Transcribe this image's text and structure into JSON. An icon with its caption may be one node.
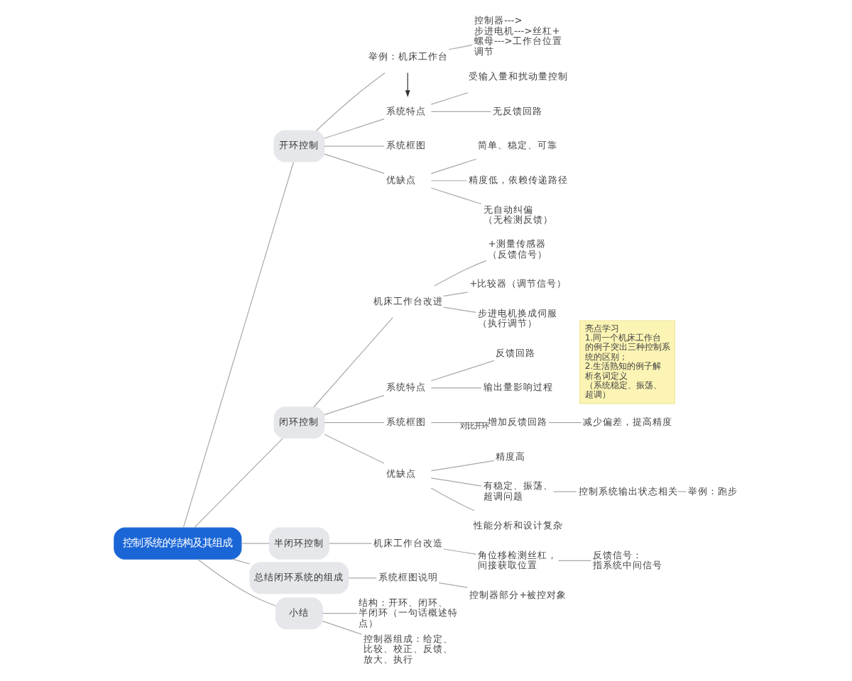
{
  "diagram": {
    "nodes": [
      {
        "text": [
          "控制系统的结构及其组成"
        ]
      },
      {
        "text": [
          "开环控制"
        ]
      },
      {
        "text": [
          "举例：机床工作台"
        ]
      },
      {
        "text": [
          "控制器--->步进电机--->丝杠+螺母--->工作台位置调节"
        ]
      },
      {
        "text": [
          "系统特点"
        ]
      },
      {
        "text": [
          "受输入量和扰动量控制"
        ]
      },
      {
        "text": [
          "无反馈回路"
        ]
      },
      {
        "text": [
          "系统框图"
        ]
      },
      {
        "text": [
          "优缺点"
        ]
      },
      {
        "text": [
          "简单、稳定、可靠"
        ]
      },
      {
        "text": [
          "精度低，依赖传递路径"
        ]
      },
      {
        "text": [
          "无自动纠偏（无检测反馈）"
        ]
      },
      {
        "text": [
          "闭环控制"
        ]
      },
      {
        "text": [
          "机床工作台改进"
        ]
      },
      {
        "text": [
          "+测量传感器（反馈信号）"
        ]
      },
      {
        "text": [
          "+比较器（调节信号）"
        ]
      },
      {
        "text": [
          "步进电机换成伺服（执行调节）"
        ]
      },
      {
        "text": [
          "系统特点"
        ]
      },
      {
        "text": [
          "反馈回路"
        ]
      },
      {
        "text": [
          "输出量影响过程"
        ]
      },
      {
        "text": [
          "系统框图"
        ]
      },
      {
        "text": [
          "增加反馈回路"
        ]
      },
      {
        "text": [
          "减少偏差，提高精度"
        ]
      },
      {
        "text": [
          "优缺点"
        ]
      },
      {
        "text": [
          "精度高"
        ]
      },
      {
        "text": [
          "有稳定、振荡、超调问题"
        ]
      },
      {
        "text": [
          "控制系统输出状态相关"
        ]
      },
      {
        "text": [
          "举例：跑步"
        ]
      },
      {
        "text": [
          "性能分析和设计复杂"
        ]
      },
      {
        "text": [
          "半闭环控制"
        ]
      },
      {
        "text": [
          "机床工作台改造"
        ]
      },
      {
        "text": [
          "角位移检测丝杠，间接获取位置"
        ]
      },
      {
        "text": [
          "反馈信号：指系统中间信号"
        ]
      },
      {
        "text": [
          "总结闭环系统的组成"
        ]
      },
      {
        "text": [
          "系统框图说明"
        ]
      },
      {
        "text": [
          "控制器部分+被控对象"
        ]
      },
      {
        "text": [
          "小结"
        ]
      },
      {
        "text": [
          "结构：开环、闭环、半闭环（一句话概述特点）"
        ]
      },
      {
        "text": [
          "控制器组成：给定、比较、校正、反馈、放大、执行"
        ]
      },
      {
        "text": [
          "亮点学习",
          "1.同一个机床工作台的例子突出三种控制系统的区别；",
          "2.生活熟知的例子解析名词定义（系统稳定、振荡、超调）"
        ]
      }
    ],
    "edges": [
      {
        "from": 0,
        "to": 1,
        "arrow": "none"
      },
      {
        "from": 1,
        "to": 2,
        "arrow": "none"
      },
      {
        "from": 2,
        "to": 3,
        "arrow": "none"
      },
      {
        "from": 2,
        "to": 4,
        "arrow": "to",
        "color": "#333333"
      },
      {
        "from": 1,
        "to": 4,
        "arrow": "none"
      },
      {
        "from": 4,
        "to": 5,
        "arrow": "none"
      },
      {
        "from": 4,
        "to": 6,
        "arrow": "none"
      },
      {
        "from": 1,
        "to": 7,
        "arrow": "none"
      },
      {
        "from": 1,
        "to": 8,
        "arrow": "none"
      },
      {
        "from": 8,
        "to": 9,
        "arrow": "none"
      },
      {
        "from": 8,
        "to": 10,
        "arrow": "none"
      },
      {
        "from": 8,
        "to": 11,
        "arrow": "none"
      },
      {
        "from": 0,
        "to": 12,
        "arrow": "none"
      },
      {
        "from": 12,
        "to": 13,
        "arrow": "none"
      },
      {
        "from": 13,
        "to": 14,
        "arrow": "none"
      },
      {
        "from": 13,
        "to": 15,
        "arrow": "none"
      },
      {
        "from": 13,
        "to": 16,
        "arrow": "none"
      },
      {
        "from": 12,
        "to": 17,
        "arrow": "none"
      },
      {
        "from": 17,
        "to": 18,
        "arrow": "none"
      },
      {
        "from": 17,
        "to": 19,
        "arrow": "none"
      },
      {
        "from": 12,
        "to": 20,
        "arrow": "none"
      },
      {
        "from": 20,
        "to": 21,
        "arrow": "none",
        "label": "对比开环"
      },
      {
        "from": 21,
        "to": 22,
        "arrow": "none"
      },
      {
        "from": 12,
        "to": 23,
        "arrow": "none"
      },
      {
        "from": 23,
        "to": 24,
        "arrow": "none"
      },
      {
        "from": 23,
        "to": 25,
        "arrow": "none"
      },
      {
        "from": 25,
        "to": 26,
        "arrow": "none"
      },
      {
        "from": 26,
        "to": 27,
        "arrow": "none"
      },
      {
        "from": 23,
        "to": 28,
        "arrow": "none"
      },
      {
        "from": 0,
        "to": 29,
        "arrow": "none"
      },
      {
        "from": 29,
        "to": 30,
        "arrow": "none"
      },
      {
        "from": 30,
        "to": 31,
        "arrow": "none"
      },
      {
        "from": 31,
        "to": 32,
        "arrow": "none"
      },
      {
        "from": 0,
        "to": 33,
        "arrow": "none"
      },
      {
        "from": 33,
        "to": 34,
        "arrow": "none"
      },
      {
        "from": 34,
        "to": 35,
        "arrow": "none"
      },
      {
        "from": 0,
        "to": 36,
        "arrow": "none"
      },
      {
        "from": 36,
        "to": 37,
        "arrow": "none"
      },
      {
        "from": 36,
        "to": 38,
        "arrow": "none"
      }
    ]
  }
}
